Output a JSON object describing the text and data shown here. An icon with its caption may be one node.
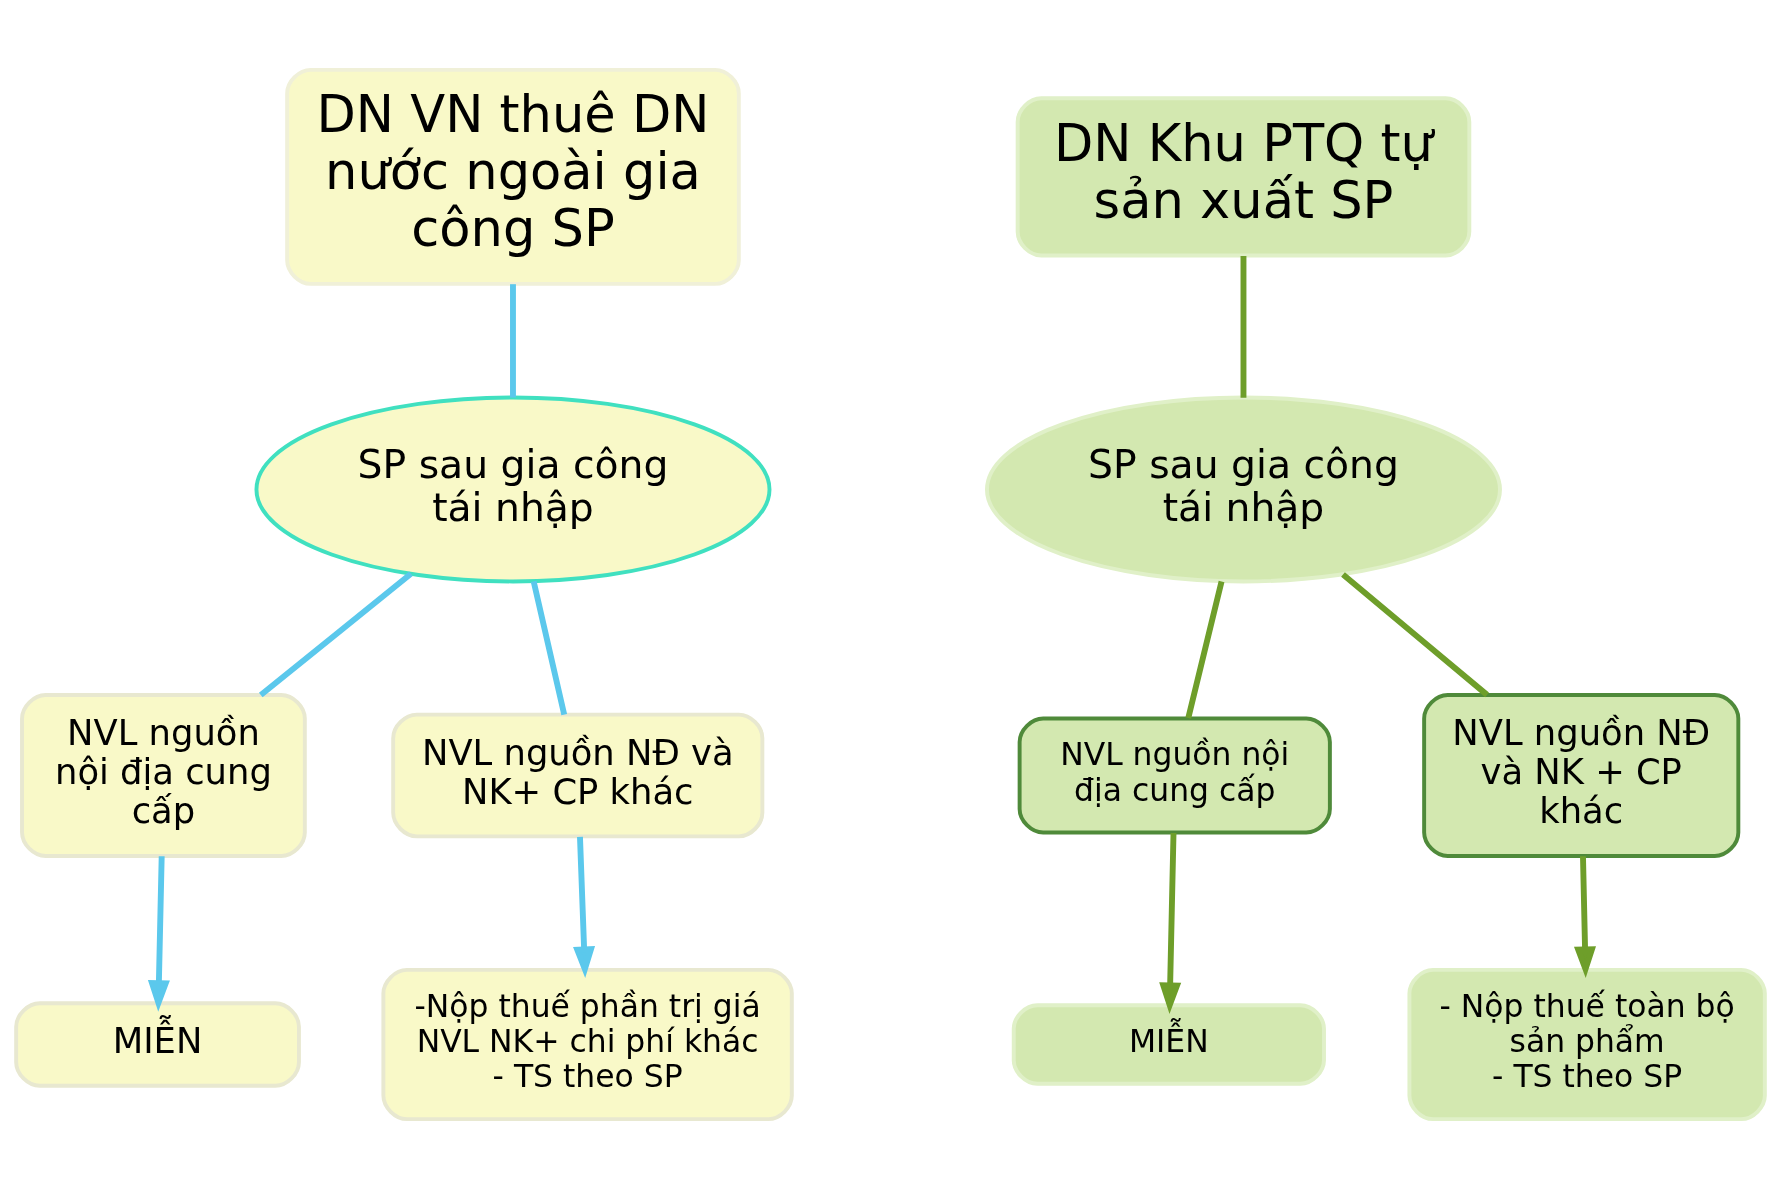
{
  "diagram": {
    "nodes": [
      {
        "text": [
          "DN VN thuê DN nước ngoài gia công SP"
        ]
      },
      {
        "text": [
          "SP sau gia công tái nhập"
        ]
      },
      {
        "text": [
          "NVL nguồn nội địa cung cấp"
        ]
      },
      {
        "text": [
          "NVL nguồn NĐ và NK+ CP khác"
        ]
      },
      {
        "text": [
          "MIỄN"
        ]
      },
      {
        "text": [
          "-Nộp thuế phần trị giá NVL NK+ chi phí khác",
          "- TS theo SP"
        ]
      },
      {
        "text": [
          "DN Khu PTQ tự sản xuất SP"
        ]
      },
      {
        "text": [
          "SP sau gia công tái nhập"
        ]
      },
      {
        "text": [
          "NVL nguồn nội địa cung cấp"
        ]
      },
      {
        "text": [
          "NVL nguồn NĐ và NK + CP khác"
        ]
      },
      {
        "text": [
          "MIỄN"
        ]
      },
      {
        "text": [
          "- Nộp thuế toàn bộ sản phẩm",
          "- TS theo SP"
        ]
      }
    ],
    "edges": [
      {
        "from": 0,
        "to": 1,
        "arrow": "none"
      },
      {
        "from": 1,
        "to": 2,
        "arrow": "none"
      },
      {
        "from": 1,
        "to": 3,
        "arrow": "none"
      },
      {
        "from": 2,
        "to": 4,
        "arrow": "to"
      },
      {
        "from": 3,
        "to": 5,
        "arrow": "to"
      },
      {
        "from": 6,
        "to": 7,
        "arrow": "none",
        "color": "#6e9e2a"
      },
      {
        "from": 7,
        "to": 8,
        "arrow": "none",
        "color": "#6e9e2a"
      },
      {
        "from": 7,
        "to": 9,
        "arrow": "none",
        "color": "#6e9e2a"
      },
      {
        "from": 8,
        "to": 10,
        "arrow": "to",
        "color": "#6e9e2a"
      },
      {
        "from": 9,
        "to": 11,
        "arrow": "to",
        "color": "#6e9e2a"
      }
    ]
  }
}
